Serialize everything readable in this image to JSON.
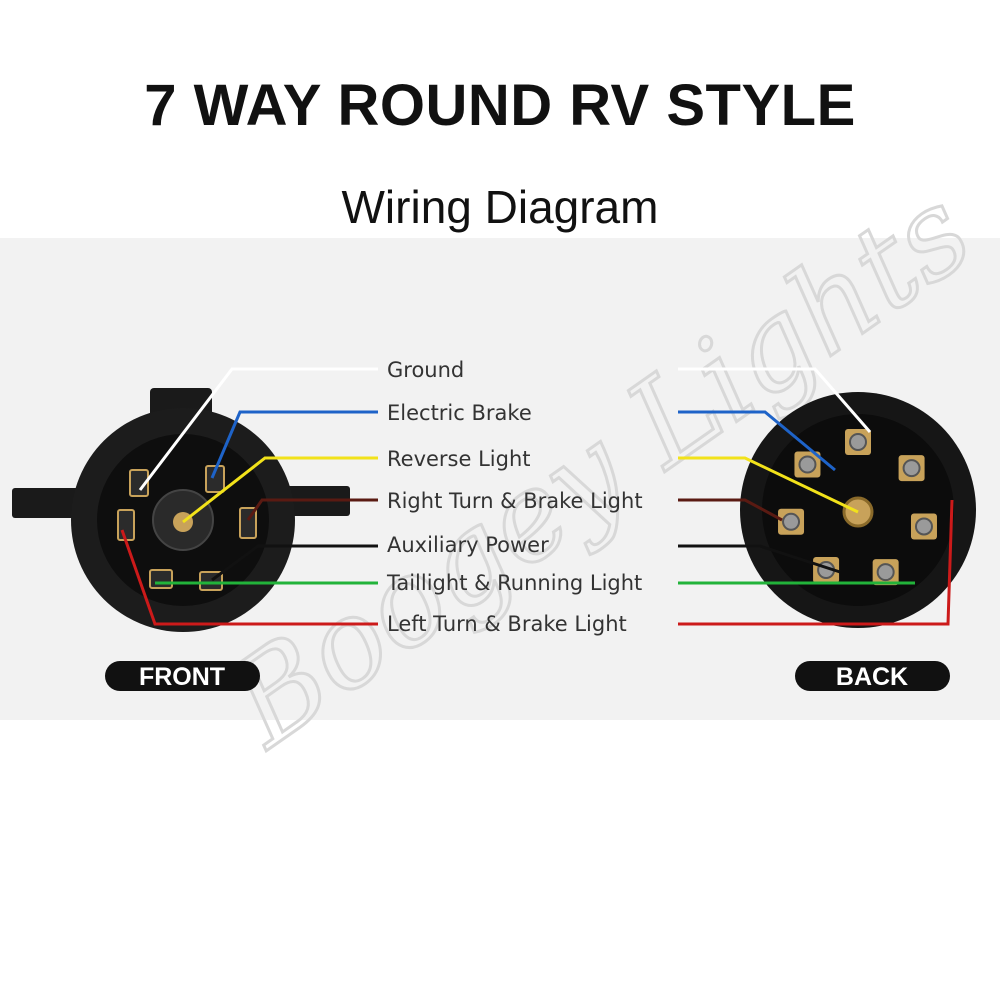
{
  "title": "7 WAY ROUND RV STYLE",
  "subtitle": "Wiring Diagram",
  "wires": [
    {
      "label": "Ground",
      "color": "#ffffff"
    },
    {
      "label": "Electric Brake",
      "color": "#1e63c8"
    },
    {
      "label": "Reverse Light",
      "color": "#f2e21a"
    },
    {
      "label": "Right Turn & Brake Light",
      "color": "#5a1a12"
    },
    {
      "label": "Auxiliary Power",
      "color": "#111111"
    },
    {
      "label": "Taillight & Running Light",
      "color": "#22b33a"
    },
    {
      "label": "Left Turn & Brake Light",
      "color": "#cc1a1a"
    }
  ],
  "views": {
    "front": "FRONT",
    "back": "BACK"
  },
  "watermark": "Boogey Lights",
  "colors": {
    "panel": "#f2f2f2",
    "plug": "#1a1a1a",
    "brass": "#c8a25a"
  }
}
